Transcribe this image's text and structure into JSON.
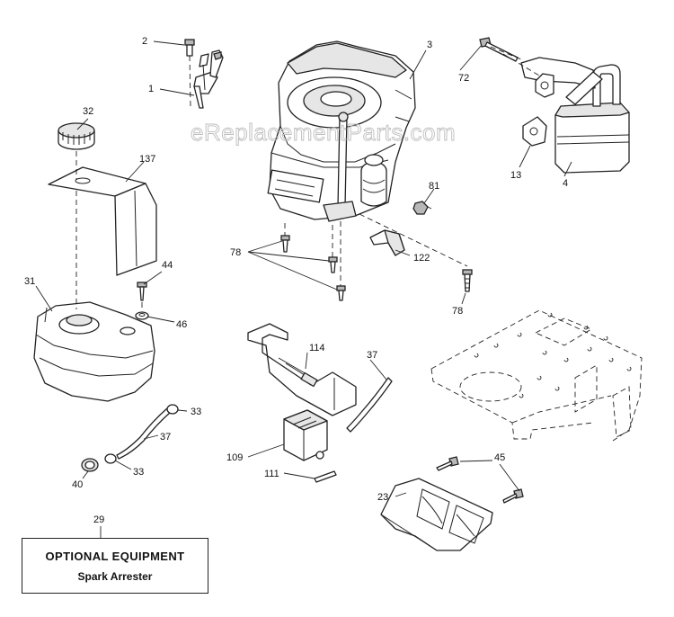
{
  "watermark": "eReplacementParts.com",
  "callouts": {
    "c1": "1",
    "c2": "2",
    "c3": "3",
    "c4": "4",
    "c13": "13",
    "c23": "23",
    "c29": "29",
    "c31": "31",
    "c32": "32",
    "c33a": "33",
    "c33b": "33",
    "c37a": "37",
    "c37b": "37",
    "c40": "40",
    "c44": "44",
    "c45": "45",
    "c46": "46",
    "c72": "72",
    "c78a": "78",
    "c78b": "78",
    "c81": "81",
    "c109": "109",
    "c111": "111",
    "c114": "114",
    "c122": "122",
    "c137": "137"
  },
  "optional_box": {
    "title": "OPTIONAL EQUIPMENT",
    "subtitle": "Spark Arrester"
  }
}
